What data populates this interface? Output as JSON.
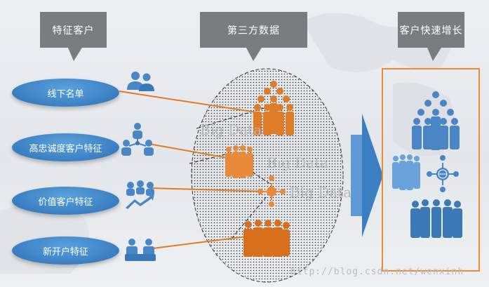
{
  "headers": [
    {
      "id": "h1",
      "label": "特征客户"
    },
    {
      "id": "h2",
      "label": "第三方数据"
    },
    {
      "id": "h3",
      "label": "客户快速增长"
    }
  ],
  "segments": [
    {
      "label": "线下名单",
      "icon": "customer-group-icon"
    },
    {
      "label": "高忠诚度客户特征",
      "icon": "customer-network-icon"
    },
    {
      "label": "价值客户特征",
      "icon": "growth-arrow-icon"
    },
    {
      "label": "新开户特征",
      "icon": "new-account-icon"
    }
  ],
  "third_party": {
    "big_data_labels": [
      "Big Data",
      "Big Data",
      "Big Data"
    ]
  },
  "result": {
    "icons": [
      "large-crowd-icon",
      "network-crowd-icon",
      "team-crowd-icon"
    ]
  },
  "watermark": "http://blog.csdn.net/wenxinh",
  "colors": {
    "callout": "#7a7d80",
    "pill": "#3a7fc2",
    "orange": "#e07b26",
    "blue_people": "#4a86c5",
    "result_border": "#ef8a34"
  }
}
